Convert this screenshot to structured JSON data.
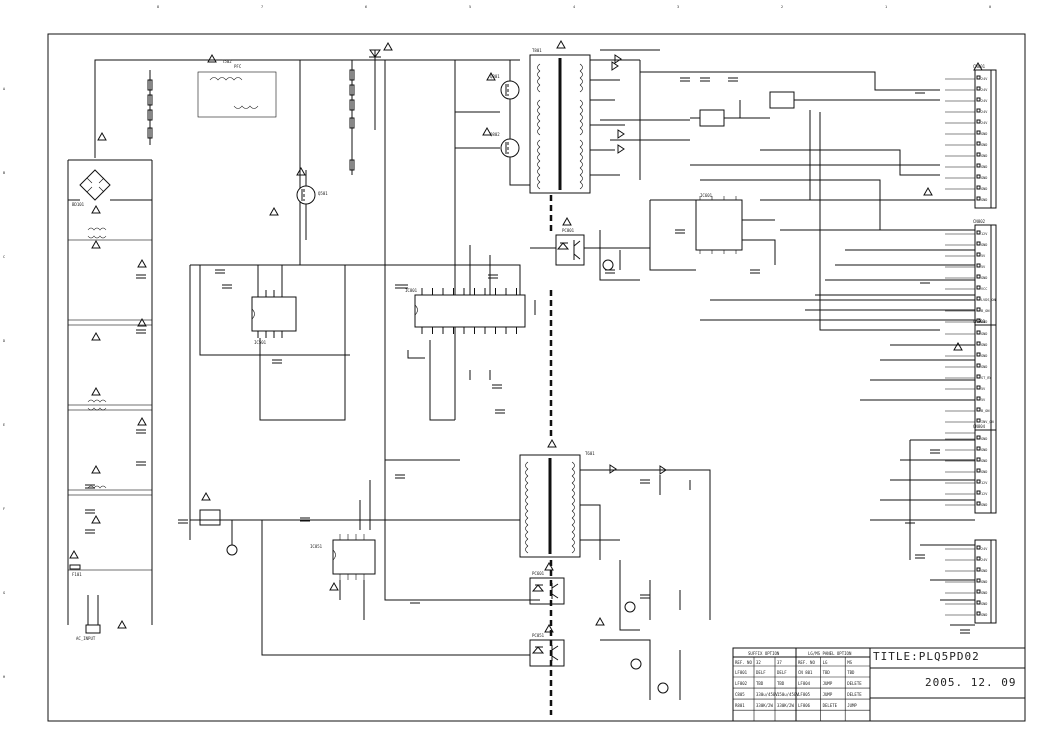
{
  "sheet": {
    "col_marks": [
      "8",
      "7",
      "6",
      "5",
      "4",
      "3",
      "2",
      "1",
      "0"
    ],
    "row_marks": [
      "A",
      "B",
      "C",
      "D",
      "E",
      "F",
      "G",
      "H"
    ]
  },
  "labels": {
    "pfc": "PFC",
    "t502": "T502",
    "t502_pfc": "PFC",
    "ic_pfc": "IC501",
    "ic_pwm": "IC801",
    "ic_standby": "IC601",
    "ic_reg": "IC851",
    "opto1": "PC801",
    "opto2": "PC601",
    "opto3": "PC851",
    "main_trans": "T801",
    "sb_trans": "T601",
    "q_pfc": "Q501",
    "q_main1": "Q801",
    "q_main2": "Q802",
    "bridge": "BD101",
    "fuse": "F101",
    "ac_inlet": "AC_INPUT",
    "cn1": "CN801",
    "cn2": "CN802",
    "cn3": "CN803",
    "cn4": "CN804"
  },
  "connectors": {
    "cn801_pins": [
      "24V",
      "24V",
      "24V",
      "24V",
      "24V",
      "GND",
      "GND",
      "GND",
      "GND",
      "GND",
      "GND",
      "GND"
    ],
    "cn802_pins": [
      "12V",
      "GND",
      "5V",
      "5V",
      "GND",
      "VCC",
      "LVDS_ON",
      "B_ON",
      "GND"
    ],
    "cn803_pins": [
      "GND",
      "GND",
      "GND",
      "GND",
      "ST_BY",
      "5V",
      "5V",
      "B_ON",
      "INV_ON",
      "A_DIM"
    ],
    "cn804_pins": [
      "GND",
      "GND",
      "GND",
      "GND",
      "12V",
      "12V",
      "GND"
    ],
    "cn805_pins": [
      "24V",
      "24V",
      "GND",
      "GND",
      "GND",
      "GND",
      "GND"
    ]
  },
  "title_block": {
    "option_header_left": "SUFFIX OPTION",
    "option_header_right": "LG/MS PANEL OPTION",
    "left_cols": [
      "REF. NO",
      "32",
      "37"
    ],
    "left_rows": [
      [
        "LF801",
        "DELF",
        "DELF"
      ],
      [
        "LF802",
        "TBD",
        "TBD"
      ],
      [
        "C805",
        "330u/450V",
        "150u/450V"
      ],
      [
        "R801",
        "330K/2W",
        "330K/2W"
      ]
    ],
    "right_cols": [
      "REF. NO",
      "LG",
      "MS"
    ],
    "right_rows": [
      [
        "CN 801",
        "TBD",
        "TBD"
      ],
      [
        "LF804",
        "JUMP",
        "DELETE"
      ],
      [
        "LF805",
        "JUMP",
        "DELETE"
      ],
      [
        "LF806",
        "DELETE",
        "JUMP"
      ]
    ],
    "title": "TITLE:PLQ5PD02",
    "date": "2005. 12. 09"
  }
}
